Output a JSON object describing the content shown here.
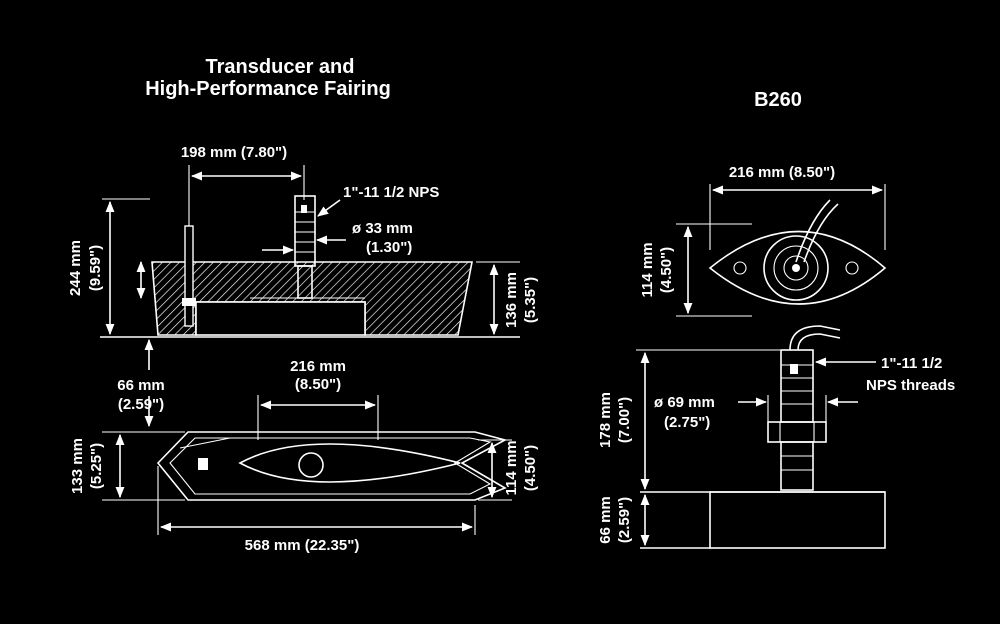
{
  "left_title_line1": "Transducer and",
  "left_title_line2": "High-Performance Fairing",
  "right_title": "B260",
  "labels": {
    "top_width": "198 mm (7.80\")",
    "thread_left": "1\"-11 1/2 NPS",
    "dia_33_mm": "ø 33 mm",
    "dia_33_in": "(1.30\")",
    "height_244_mm": "244 mm",
    "height_244_in": "(9.59\")",
    "height_136_mm": "136 mm",
    "height_136_in": "(5.35\")",
    "gap_66_mm": "66 mm",
    "gap_66_in": "(2.59\")",
    "bottom_216_mm": "216 mm",
    "bottom_216_in": "(8.50\")",
    "bottom_133_mm": "133 mm",
    "bottom_133_in": "(5.25\")",
    "bottom_114_mm": "114 mm",
    "bottom_114_in": "(4.50\")",
    "length_568": "568 mm (22.35\")",
    "b260_width": "216 mm (8.50\")",
    "b260_114_mm": "114 mm",
    "b260_114_in": "(4.50\")",
    "b260_thread_1": "1\"-11 1/2",
    "b260_thread_2": "NPS threads",
    "b260_dia_mm": "ø 69 mm",
    "b260_dia_in": "(2.75\")",
    "b260_178_mm": "178 mm",
    "b260_178_in": "(7.00\")",
    "b260_66_mm": "66 mm",
    "b260_66_in": "(2.59\")"
  },
  "colors": {
    "background": "#000000",
    "linework": "#ffffff"
  }
}
